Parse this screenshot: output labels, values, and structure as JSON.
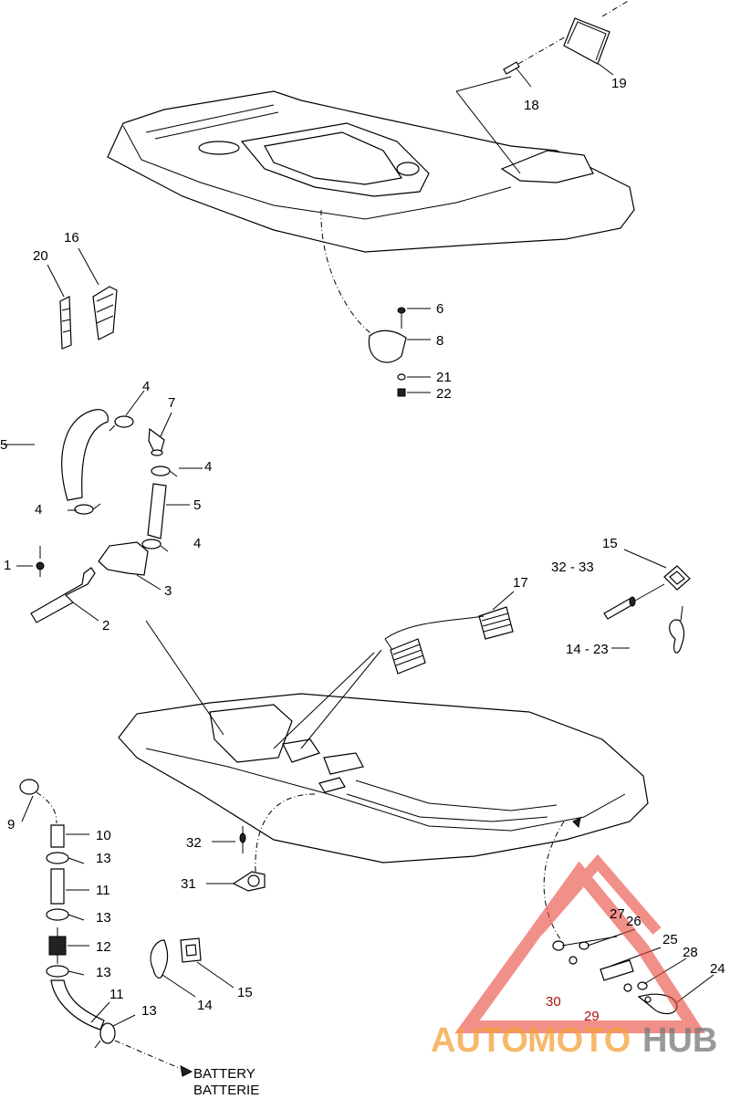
{
  "callouts": {
    "c1": "1",
    "c2": "2",
    "c3": "3",
    "c4a": "4",
    "c4b": "4",
    "c4c": "4",
    "c4d": "4",
    "c5a": "5",
    "c5b": "5",
    "c6": "6",
    "c7": "7",
    "c8": "8",
    "c9": "9",
    "c10": "10",
    "c11a": "11",
    "c11b": "11",
    "c12": "12",
    "c13a": "13",
    "c13b": "13",
    "c13c": "13",
    "c13d": "13",
    "c14": "14",
    "c14_23": "14 - 23",
    "c15a": "15",
    "c15b": "15",
    "c16": "16",
    "c17": "17",
    "c18": "18",
    "c19": "19",
    "c20": "20",
    "c21": "21",
    "c22": "22",
    "c24": "24",
    "c25": "25",
    "c26": "26",
    "c27": "27",
    "c28": "28",
    "c29": "29",
    "c30": "30",
    "c31": "31",
    "c32": "32",
    "c32_33": "32 - 33"
  },
  "battery_note": {
    "en": "BATTERY",
    "fr": "BATTERIE"
  },
  "watermark": {
    "part1": "AUTO",
    "part2": "MOTO",
    "part3": "HUB"
  },
  "colors": {
    "watermark_red": "#e8463c",
    "watermark_orange": "#f4a23a",
    "watermark_gray": "#777777",
    "callout_red": "#b01010"
  }
}
